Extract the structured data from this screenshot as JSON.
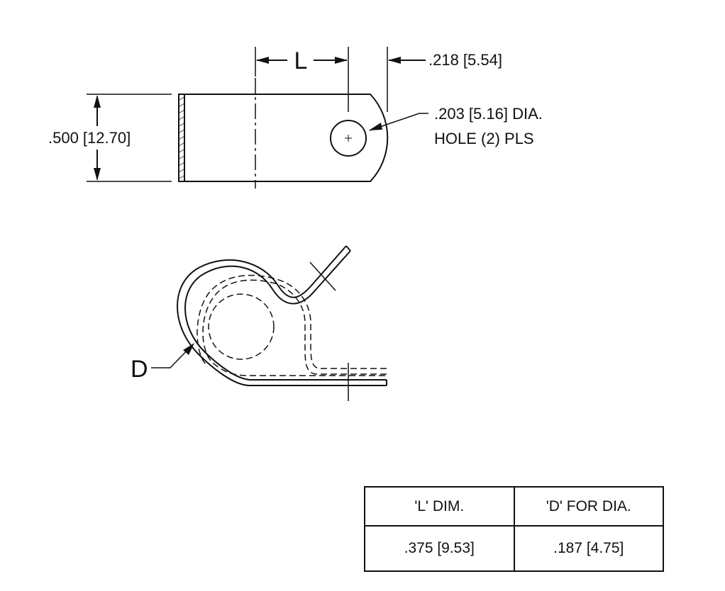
{
  "dimensions": {
    "length_marker": "L",
    "hole_offset": ".218  [5.54]",
    "height": ".500  [12.70]",
    "hole_dia_line1": ".203 [5.16] DIA.",
    "hole_dia_line2": "HOLE (2) PLS",
    "diameter_marker": "D"
  },
  "table": {
    "headers": [
      "'L' DIM.",
      "'D' FOR DIA."
    ],
    "rows": [
      [
        ".375 [9.53]",
        ".187 [4.75]"
      ]
    ]
  },
  "colors": {
    "line": "#111111",
    "background": "#ffffff"
  }
}
